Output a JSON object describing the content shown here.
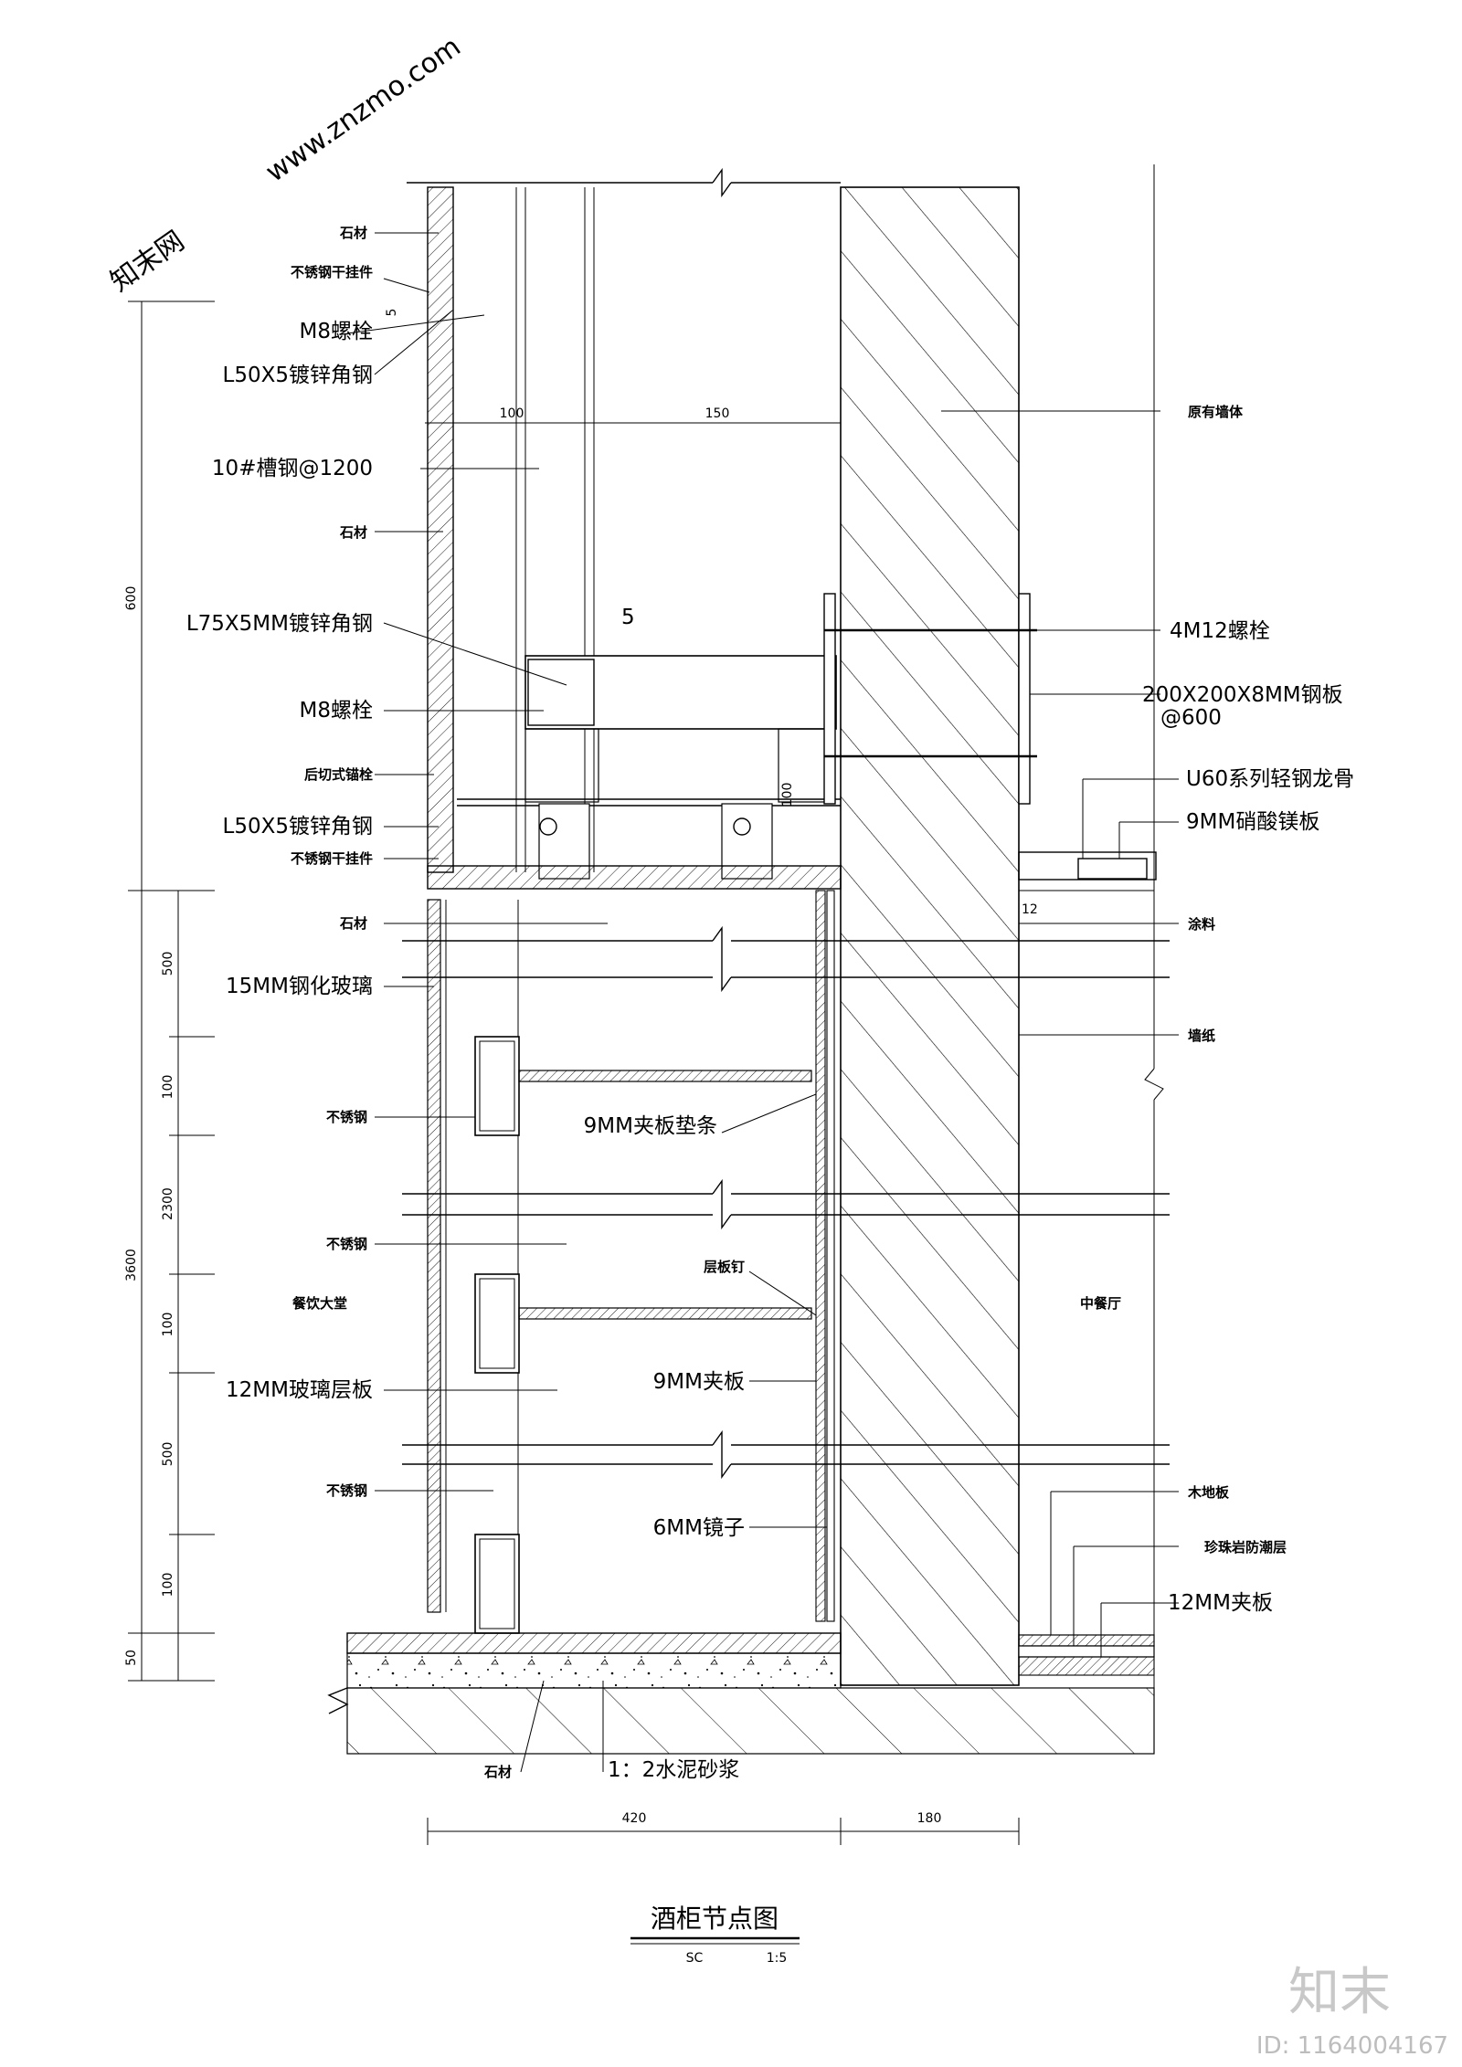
{
  "drawing": {
    "title": "酒柜节点图",
    "scale_code": "SC",
    "scale": "1:5"
  },
  "labels_left": {
    "stone_top": "石材",
    "ss_hanger_top": "不锈钢干挂件",
    "m8_bolt_top": "M8螺栓",
    "angle_steel_top": "L50X5镀锌角钢",
    "channel_steel": "10#槽钢@1200",
    "stone_mid": "石材",
    "angle_75": "L75X5MM镀锌角钢",
    "m8_bolt_mid": "M8螺栓",
    "rear_anchor": "后切式锚栓",
    "angle_steel_bottom": "L50X5镀锌角钢",
    "ss_hanger_bottom": "不锈钢干挂件",
    "stone_band": "石材",
    "tempered_glass": "15MM钢化玻璃",
    "ss_1": "不锈钢",
    "ss_2": "不锈钢",
    "dining_hall": "餐饮大堂",
    "glass_shelf": "12MM玻璃层板",
    "ss_3": "不锈钢",
    "stone_floor": "石材",
    "cement_mortar": "1：2水泥砂浆"
  },
  "labels_mid": {
    "weld": "5",
    "plywood_strip": "9MM夹板垫条",
    "shelf_nail": "层板钉",
    "plywood": "9MM夹板",
    "mirror": "6MM镜子"
  },
  "labels_right": {
    "existing_wall": "原有墙体",
    "bolt_4m12": "4M12螺栓",
    "steel_plate": "200X200X8MM钢板",
    "steel_plate_spacing": "@600",
    "u60_keel": "U60系列轻钢龙骨",
    "mgo_board": "9MM硝酸镁板",
    "paint": "涂料",
    "wallpaper": "墙纸",
    "chinese_restaurant": "中餐厅",
    "wood_floor": "木地板",
    "epe_layer": "珍珠岩防潮层",
    "plywood_12": "12MM夹板"
  },
  "dimensions": {
    "d100_top": "100",
    "d150_top": "150",
    "d600": "600",
    "d3600": "3600",
    "d500_a": "500",
    "d100_a": "100",
    "d2300": "2300",
    "d100_b": "100",
    "d500_b": "500",
    "d100_c": "100",
    "d50": "50",
    "d100_bracket": "100",
    "d12": "12",
    "d5": "5",
    "d420": "420",
    "d180": "180"
  },
  "watermark": {
    "logo": "知末",
    "id_text": "ID: 1164004167",
    "site": "www.znzmo.com",
    "brand": "知末网"
  }
}
